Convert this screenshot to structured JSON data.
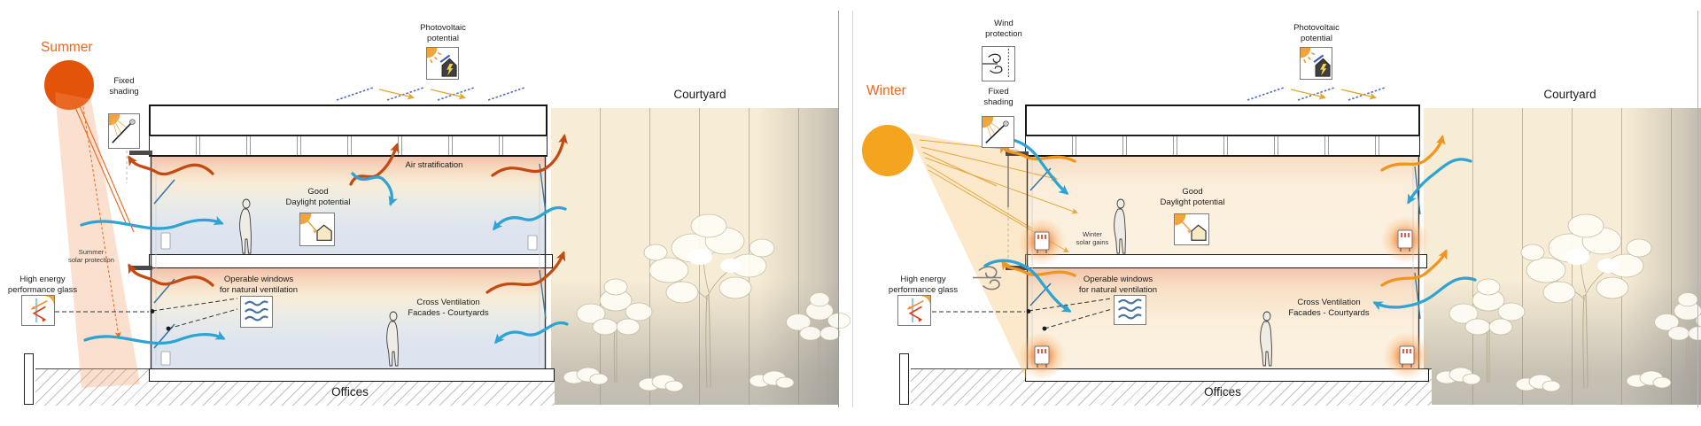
{
  "panels": {
    "summer": {
      "season_label": "Summer",
      "labels": {
        "fixed_shading": "Fixed\nshading",
        "photovoltaic": "Photovoltaic\npotential",
        "air_stratification": "Air stratification",
        "daylight": "Good\nDaylight potential",
        "operable_windows": "Operable windows\nfor natural ventilation",
        "cross_ventilation": "Cross Ventilation\nFacades - Courtyards",
        "solar_protection": "Summer\nsolar protection",
        "high_energy_glass": "High energy\nperformance glass",
        "offices": "Offices",
        "courtyard": "Courtyard"
      }
    },
    "winter": {
      "season_label": "Winter",
      "labels": {
        "wind_protection": "Wind\nprotection",
        "fixed_shading": "Fixed\nshading",
        "photovoltaic": "Photovoltaic\npotential",
        "daylight": "Good\nDaylight potential",
        "winter_solar_gains": "Winter\nsolar gains",
        "operable_windows": "Operable windows\nfor natural ventilation",
        "cross_ventilation": "Cross Ventilation\nFacades - Courtyards",
        "high_energy_glass": "High energy\nperformance glass",
        "offices": "Offices",
        "courtyard": "Courtyard"
      }
    }
  },
  "colors": {
    "summer_sun": "#e4530a",
    "winter_sun": "#f4a41f",
    "season_text": "#ef651c",
    "warm_arrow_summer": "#c44a12",
    "warm_arrow_winter": "#f2951f",
    "cool_arrow": "#2ea4d4",
    "pv_panel_dash": "#5668bd",
    "pv_arrow": "#e0a82e",
    "courtyard_fill": "#f7ecd5"
  },
  "icons": {
    "fixed_shading": "sun-with-louver-icon",
    "wind_protection": "wind-swirls-icon",
    "photovoltaic": "house-lightning-solar-icon",
    "daylight": "sun-into-house-icon",
    "operable_windows": "air-waves-icon",
    "high_energy_glass": "glass-reflect-arrows-icon",
    "radiator": "radiator-glow-icon"
  }
}
